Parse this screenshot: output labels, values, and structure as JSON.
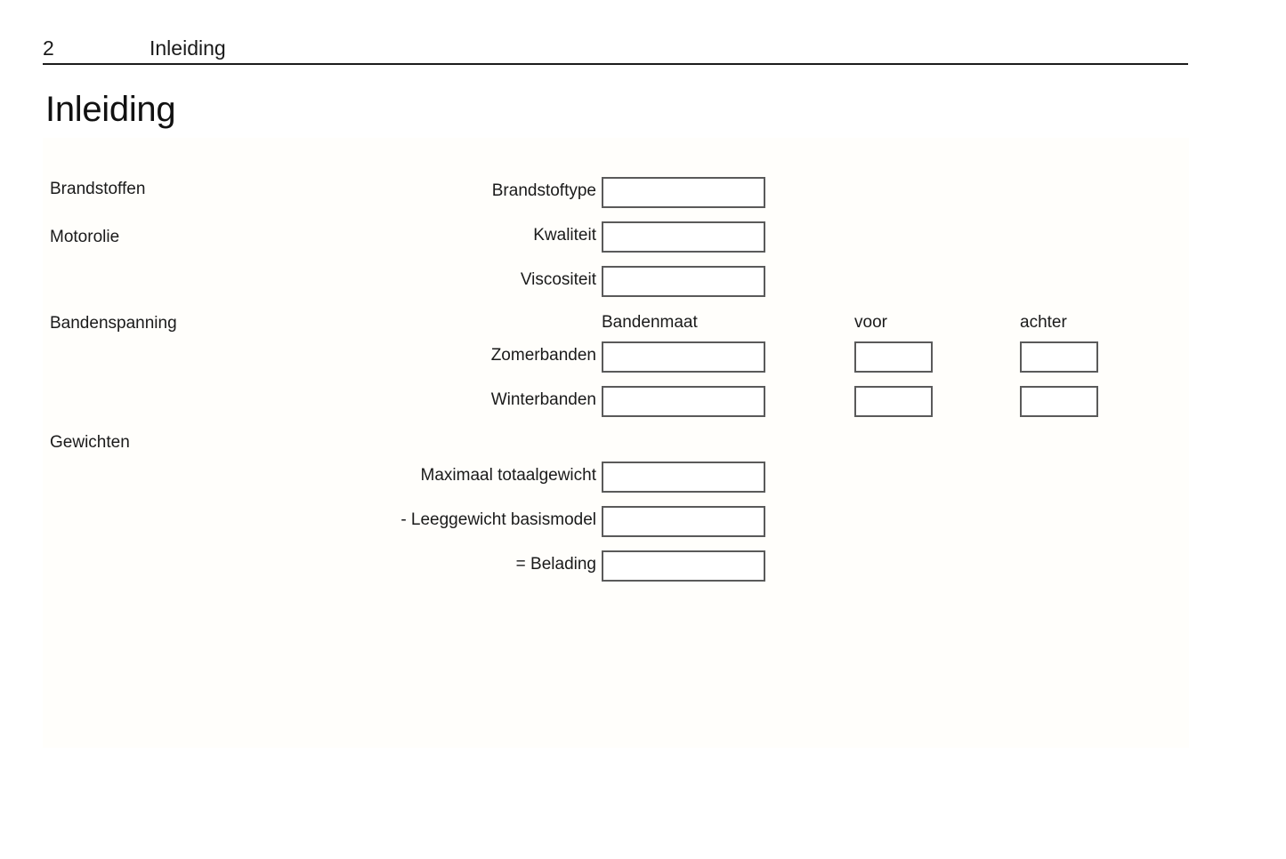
{
  "header": {
    "page_number": "2",
    "chapter": "Inleiding"
  },
  "title": "Inleiding",
  "sections": [
    {
      "name": "fuels",
      "label": "Brandstoffen",
      "rows": [
        {
          "name": "fuel-type",
          "label": "Brandstoftype",
          "value": ""
        }
      ]
    },
    {
      "name": "engine-oil",
      "label": "Motorolie",
      "rows": [
        {
          "name": "quality",
          "label": "Kwaliteit",
          "value": ""
        },
        {
          "name": "viscosity",
          "label": "Viscositeit",
          "value": ""
        }
      ]
    },
    {
      "name": "tyre-pressure",
      "label": "Bandenspanning",
      "column_headers": {
        "size": "Bandenmaat",
        "front": "voor",
        "rear": "achter"
      },
      "rows": [
        {
          "name": "summer-tyres",
          "label": "Zomerbanden",
          "size": "",
          "front": "",
          "rear": ""
        },
        {
          "name": "winter-tyres",
          "label": "Winterbanden",
          "size": "",
          "front": "",
          "rear": ""
        }
      ]
    },
    {
      "name": "weights",
      "label": "Gewichten",
      "rows": [
        {
          "name": "max-total-weight",
          "label": "Maximaal totaalgewicht",
          "value": ""
        },
        {
          "name": "kerb-weight-base-model",
          "label": "- Leeggewicht basismodel",
          "value": ""
        },
        {
          "name": "payload",
          "label": "= Belading",
          "value": ""
        }
      ]
    }
  ],
  "colors": {
    "text": "#1a1a1a",
    "box_border": "#5a5a5a",
    "panel_background": "#fffefb",
    "rule": "#1c1c1c"
  }
}
